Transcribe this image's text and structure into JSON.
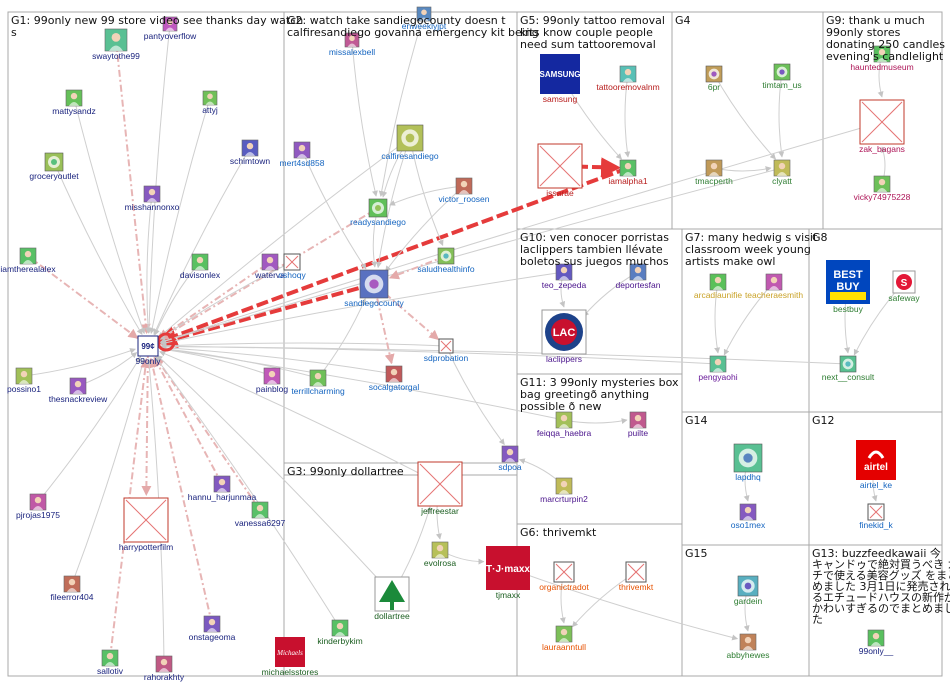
{
  "groups": [
    {
      "id": "G1",
      "title_lines": [
        "G1: 99only new 99 store video see thanks day watch",
        "s"
      ]
    },
    {
      "id": "G2",
      "title_lines": [
        "G2: watch take sandiegocounty doesn t",
        "calfiresandiego govanna emergency kit being"
      ]
    },
    {
      "id": "G5",
      "title_lines": [
        "G5: 99only tattoo removal",
        "kits know couple people",
        "need sum tattooremoval"
      ]
    },
    {
      "id": "G4",
      "title_lines": [
        "G4"
      ]
    },
    {
      "id": "G9",
      "title_lines": [
        "G9: thank u much",
        "99only stores",
        "donating 250 candles",
        "evening's candlelight"
      ]
    },
    {
      "id": "G10",
      "title_lines": [
        "G10: ven conocer porristas",
        "laclippers tambien llévate",
        "boletos sus juegos muchos"
      ]
    },
    {
      "id": "G7",
      "title_lines": [
        "G7: many hedwig s visit",
        "classroom week young",
        "artists make owl"
      ]
    },
    {
      "id": "G8",
      "title_lines": [
        "G8"
      ]
    },
    {
      "id": "G11",
      "title_lines": [
        "G11: 3 99only mysteries box",
        "bag greetingð anything",
        "possible ð new"
      ]
    },
    {
      "id": "G3",
      "title_lines": [
        "G3: 99only dollartree"
      ]
    },
    {
      "id": "G14",
      "title_lines": [
        "G14"
      ]
    },
    {
      "id": "G12",
      "title_lines": [
        "G12"
      ]
    },
    {
      "id": "G6",
      "title_lines": [
        "G6: thrivemkt"
      ]
    },
    {
      "id": "G15",
      "title_lines": [
        "G15"
      ]
    },
    {
      "id": "G13",
      "title_lines": [
        "G13: buzzfeedkawaii 今",
        "キャンドゥで絶対買うべき ガ",
        "チで使える美容グッズ をまと",
        "めました 3月1日に発売され",
        "るエチュードハウスの新作が",
        "かわいすぎるのでまとめまし",
        "た"
      ]
    }
  ],
  "nodes": [
    {
      "id": "99only",
      "label": "99only",
      "color": "#1a237e",
      "icon": "logo-99only"
    },
    {
      "id": "swaytothe99",
      "label": "swaytothe99",
      "color": "#1a237e",
      "icon": "avatar"
    },
    {
      "id": "pantyoverflow",
      "label": "pantyoverflow",
      "color": "#1a237e",
      "icon": "avatar"
    },
    {
      "id": "attyj",
      "label": "attyj",
      "color": "#1a237e",
      "icon": "avatar"
    },
    {
      "id": "mattysandz",
      "label": "mattysandz",
      "color": "#1a237e",
      "icon": "avatar"
    },
    {
      "id": "groceryoutlet",
      "label": "groceryoutlet",
      "color": "#1a237e",
      "icon": "logo"
    },
    {
      "id": "schimtown",
      "label": "schimtown",
      "color": "#1a237e",
      "icon": "avatar"
    },
    {
      "id": "misshannonxo",
      "label": "misshannonxo",
      "color": "#1a237e",
      "icon": "avatar"
    },
    {
      "id": "iamtherealalex",
      "label": "iamtherealalex",
      "color": "#1a237e",
      "icon": "avatar"
    },
    {
      "id": "davisonlex",
      "label": "davisonlex",
      "color": "#1a237e",
      "icon": "avatar"
    },
    {
      "id": "waterva",
      "label": "waterva",
      "color": "#1a237e",
      "icon": "avatar"
    },
    {
      "id": "possino1",
      "label": "possino1",
      "color": "#1a237e",
      "icon": "avatar"
    },
    {
      "id": "thesnackreview",
      "label": "thesnackreview",
      "color": "#1a237e",
      "icon": "avatar"
    },
    {
      "id": "painblog",
      "label": "painblog",
      "color": "#1a237e",
      "icon": "avatar"
    },
    {
      "id": "hannu_harjunmaa",
      "label": "hannu_harjunmaa",
      "color": "#1a237e",
      "icon": "avatar"
    },
    {
      "id": "vanessa6297",
      "label": "vanessa6297",
      "color": "#1a237e",
      "icon": "avatar"
    },
    {
      "id": "pjrojas1975",
      "label": "pjrojas1975",
      "color": "#1a237e",
      "icon": "avatar"
    },
    {
      "id": "harrypotterfilm",
      "label": "harrypotterfilm",
      "color": "#1a237e",
      "icon": "missing"
    },
    {
      "id": "fileerror404",
      "label": "fileerror404",
      "color": "#1a237e",
      "icon": "avatar"
    },
    {
      "id": "onstageoma",
      "label": "onstageoma",
      "color": "#1a237e",
      "icon": "avatar"
    },
    {
      "id": "sallotiv",
      "label": "sallotiv",
      "color": "#1a237e",
      "icon": "avatar"
    },
    {
      "id": "rahorakhty",
      "label": "rahorakhty",
      "color": "#1a237e",
      "icon": "avatar"
    },
    {
      "id": "missalexbell",
      "label": "missalexbell",
      "color": "#1565c0",
      "icon": "avatar"
    },
    {
      "id": "enweeklyjpt",
      "label": "enweeklyjpt",
      "color": "#1565c0",
      "icon": "avatar"
    },
    {
      "id": "calfiresandiego",
      "label": "calfiresandiego",
      "color": "#1565c0",
      "icon": "logo"
    },
    {
      "id": "mert4sd858",
      "label": "mert4sd858",
      "color": "#1565c0",
      "icon": "avatar"
    },
    {
      "id": "readysandiego",
      "label": "readysandiego",
      "color": "#1565c0",
      "icon": "logo"
    },
    {
      "id": "victor_roosen",
      "label": "victor_roosen",
      "color": "#1565c0",
      "icon": "avatar"
    },
    {
      "id": "oshoqy",
      "label": "oshoqy",
      "color": "#1565c0",
      "icon": "missing-small"
    },
    {
      "id": "saludhealthinfo",
      "label": "saludhealthinfo",
      "color": "#1565c0",
      "icon": "logo"
    },
    {
      "id": "sandiegocounty",
      "label": "sandiegocounty",
      "color": "#1565c0",
      "icon": "logo"
    },
    {
      "id": "sdprobation",
      "label": "sdprobation",
      "color": "#1565c0",
      "icon": "missing-small"
    },
    {
      "id": "terrillcharming",
      "label": "terrillcharming",
      "color": "#1565c0",
      "icon": "avatar"
    },
    {
      "id": "socalgatorgal",
      "label": "socalgatorgal",
      "color": "#1565c0",
      "icon": "avatar"
    },
    {
      "id": "sdpoa",
      "label": "sdpoa",
      "color": "#1565c0",
      "icon": "avatar"
    },
    {
      "id": "samsung",
      "label": "samsung",
      "color": "#b71c1c",
      "icon": "logo-samsung"
    },
    {
      "id": "tattooremovalnm",
      "label": "tattooremovalnm",
      "color": "#b71c1c",
      "icon": "avatar"
    },
    {
      "id": "issarae",
      "label": "issarae",
      "color": "#b71c1c",
      "icon": "missing"
    },
    {
      "id": "iamalpha1",
      "label": "iamalpha1",
      "color": "#b71c1c",
      "icon": "avatar"
    },
    {
      "id": "6pr",
      "label": "6pr",
      "color": "#2e7d32",
      "icon": "logo"
    },
    {
      "id": "timtam_us",
      "label": "timtam_us",
      "color": "#2e7d32",
      "icon": "logo"
    },
    {
      "id": "tmacperth",
      "label": "tmacperth",
      "color": "#2e7d32",
      "icon": "avatar"
    },
    {
      "id": "clyatt",
      "label": "clyatt",
      "color": "#2e7d32",
      "icon": "avatar"
    },
    {
      "id": "hauntedmuseum",
      "label": "hauntedmuseum",
      "color": "#ad1457",
      "icon": "avatar"
    },
    {
      "id": "zak_bagans",
      "label": "zak_bagans",
      "color": "#ad1457",
      "icon": "missing"
    },
    {
      "id": "vicky74975228",
      "label": "vicky74975228",
      "color": "#ad1457",
      "icon": "avatar"
    },
    {
      "id": "teo_zepeda",
      "label": "teo_zepeda",
      "color": "#4a148c",
      "icon": "avatar"
    },
    {
      "id": "deportesfan",
      "label": "deportesfan",
      "color": "#4a148c",
      "icon": "avatar"
    },
    {
      "id": "laclippers",
      "label": "laclippers",
      "color": "#4a148c",
      "icon": "logo-clippers"
    },
    {
      "id": "arcadiaunifie",
      "label": "arcadiaunifie",
      "color": "#c9a227",
      "icon": "avatar"
    },
    {
      "id": "teacheraesmith",
      "label": "teacheraesmith",
      "color": "#c9a227",
      "icon": "avatar"
    },
    {
      "id": "pengyaohi",
      "label": "pengyaohi",
      "color": "#6a1b9a",
      "icon": "avatar"
    },
    {
      "id": "bestbuy",
      "label": "bestbuy",
      "color": "#2e7d32",
      "icon": "logo-bestbuy"
    },
    {
      "id": "safeway",
      "label": "safeway",
      "color": "#2e7d32",
      "icon": "logo-safeway"
    },
    {
      "id": "next__consult",
      "label": "next__consult",
      "color": "#2e7d32",
      "icon": "logo"
    },
    {
      "id": "feiqqa_haebra",
      "label": "feiqqa_haebra",
      "color": "#4a148c",
      "icon": "avatar"
    },
    {
      "id": "puilte",
      "label": "puilte",
      "color": "#4a148c",
      "icon": "avatar"
    },
    {
      "id": "marcrturpin2",
      "label": "marcrturpin2",
      "color": "#4a148c",
      "icon": "avatar"
    },
    {
      "id": "jeffreestar",
      "label": "jeffreestar",
      "color": "#1b5e20",
      "icon": "missing"
    },
    {
      "id": "evolrosa",
      "label": "evolrosa",
      "color": "#1b5e20",
      "icon": "avatar"
    },
    {
      "id": "tjmaxx",
      "label": "tjmaxx",
      "color": "#1b5e20",
      "icon": "logo-tjmaxx"
    },
    {
      "id": "dollartree",
      "label": "dollartree",
      "color": "#1b5e20",
      "icon": "logo-dollartree"
    },
    {
      "id": "kinderbykim",
      "label": "kinderbykim",
      "color": "#1b5e20",
      "icon": "avatar"
    },
    {
      "id": "michaelsstores",
      "label": "michaelsstores",
      "color": "#1b5e20",
      "icon": "logo-michaels"
    },
    {
      "id": "lapdhq",
      "label": "lapdhq",
      "color": "#1565c0",
      "icon": "logo"
    },
    {
      "id": "oso1mex",
      "label": "oso1mex",
      "color": "#1565c0",
      "icon": "avatar"
    },
    {
      "id": "airtel_ke",
      "label": "airtel_ke",
      "color": "#1565c0",
      "icon": "logo-airtel"
    },
    {
      "id": "finekid_k",
      "label": "finekid_k",
      "color": "#1565c0",
      "icon": "missing-small"
    },
    {
      "id": "organictradot",
      "label": "organictradot",
      "color": "#e65100",
      "icon": "missing-small"
    },
    {
      "id": "thrivemkt",
      "label": "thrivemkt",
      "color": "#e65100",
      "icon": "missing-small"
    },
    {
      "id": "lauraanntull",
      "label": "lauraanntull",
      "color": "#e65100",
      "icon": "avatar"
    },
    {
      "id": "gardein",
      "label": "gardein",
      "color": "#2e7d32",
      "icon": "logo"
    },
    {
      "id": "abbyhewes",
      "label": "abbyhewes",
      "color": "#2e7d32",
      "icon": "avatar"
    },
    {
      "id": "99only__",
      "label": "99only__",
      "color": "#1a237e",
      "icon": "avatar"
    }
  ],
  "edges": [
    [
      "swaytothe99",
      "99only",
      "pink"
    ],
    [
      "pantyoverflow",
      "99only",
      "plain"
    ],
    [
      "attyj",
      "99only",
      "plain"
    ],
    [
      "mattysandz",
      "99only",
      "plain"
    ],
    [
      "groceryoutlet",
      "99only",
      "plain"
    ],
    [
      "schimtown",
      "99only",
      "plain"
    ],
    [
      "misshannonxo",
      "99only",
      "plain"
    ],
    [
      "iamtherealalex",
      "99only",
      "pink"
    ],
    [
      "davisonlex",
      "99only",
      "plain"
    ],
    [
      "waterva",
      "99only",
      "pink"
    ],
    [
      "possino1",
      "99only",
      "plain"
    ],
    [
      "thesnackreview",
      "99only",
      "plain"
    ],
    [
      "painblog",
      "99only",
      "plain"
    ],
    [
      "hannu_harjunmaa",
      "99only",
      "pink"
    ],
    [
      "vanessa6297",
      "99only",
      "pink"
    ],
    [
      "pjrojas1975",
      "99only",
      "plain"
    ],
    [
      "99only",
      "harrypotterfilm",
      "pink"
    ],
    [
      "fileerror404",
      "99only",
      "plain"
    ],
    [
      "onstageoma",
      "99only",
      "pink"
    ],
    [
      "sallotiv",
      "99only",
      "pink"
    ],
    [
      "rahorakhty",
      "99only",
      "plain"
    ],
    [
      "iamalpha1",
      "99only",
      "red"
    ],
    [
      "sandiegocounty",
      "99only",
      "red"
    ],
    [
      "readysandiego",
      "99only",
      "pink"
    ],
    [
      "calfiresandiego",
      "99only",
      "plain"
    ],
    [
      "oshoqy",
      "99only",
      "plain"
    ],
    [
      "sdprobation",
      "99only",
      "plain"
    ],
    [
      "terrillcharming",
      "99only",
      "plain"
    ],
    [
      "socalgatorgal",
      "99only",
      "plain"
    ],
    [
      "kinderbykim",
      "99only",
      "plain"
    ],
    [
      "dollartree",
      "99only",
      "plain"
    ],
    [
      "jeffreestar",
      "99only",
      "plain"
    ],
    [
      "teo_zepeda",
      "99only",
      "plain"
    ],
    [
      "pengyaohi",
      "99only",
      "plain"
    ],
    [
      "next__consult",
      "99only",
      "plain"
    ],
    [
      "zak_bagans",
      "99only",
      "plain"
    ],
    [
      "clyatt",
      "99only",
      "plain"
    ],
    [
      "feiqqa_haebra",
      "99only",
      "plain"
    ],
    [
      "missalexbell",
      "readysandiego",
      "plain"
    ],
    [
      "enweeklyjpt",
      "readysandiego",
      "plain"
    ],
    [
      "calfiresandiego",
      "readysandiego",
      "plain"
    ],
    [
      "calfiresandiego",
      "sandiegocounty",
      "plain"
    ],
    [
      "mert4sd858",
      "sandiegocounty",
      "plain"
    ],
    [
      "victor_roosen",
      "sandiegocounty",
      "plain"
    ],
    [
      "readysandiego",
      "sandiegocounty",
      "plain"
    ],
    [
      "saludhealthinfo",
      "sandiegocounty",
      "pink"
    ],
    [
      "sandiegocounty",
      "sdprobation",
      "pink"
    ],
    [
      "sandiegocounty",
      "socalgatorgal",
      "pink"
    ],
    [
      "terrillcharming",
      "sandiegocounty",
      "plain"
    ],
    [
      "victor_roosen",
      "readysandiego",
      "plain"
    ],
    [
      "calfiresandiego",
      "saludhealthinfo",
      "plain"
    ],
    [
      "sdprobation",
      "sdpoa",
      "plain"
    ],
    [
      "samsung",
      "iamalpha1",
      "plain"
    ],
    [
      "tattooremovalnm",
      "iamalpha1",
      "plain"
    ],
    [
      "issarae",
      "iamalpha1",
      "red"
    ],
    [
      "6pr",
      "clyatt",
      "plain"
    ],
    [
      "timtam_us",
      "clyatt",
      "plain"
    ],
    [
      "tmacperth",
      "clyatt",
      "plain"
    ],
    [
      "hauntedmuseum",
      "zak_bagans",
      "plain"
    ],
    [
      "vicky74975228",
      "zak_bagans",
      "plain"
    ],
    [
      "teo_zepeda",
      "laclippers",
      "plain"
    ],
    [
      "deportesfan",
      "laclippers",
      "plain"
    ],
    [
      "arcadiaunifie",
      "pengyaohi",
      "plain"
    ],
    [
      "teacheraesmith",
      "pengyaohi",
      "plain"
    ],
    [
      "bestbuy",
      "next__consult",
      "plain"
    ],
    [
      "safeway",
      "next__consult",
      "plain"
    ],
    [
      "feiqqa_haebra",
      "puilte",
      "plain"
    ],
    [
      "marcrturpin2",
      "sdpoa",
      "plain"
    ],
    [
      "jeffreestar",
      "evolrosa",
      "plain"
    ],
    [
      "evolrosa",
      "tjmaxx",
      "plain"
    ],
    [
      "tjmaxx",
      "abbyhewes",
      "plain"
    ],
    [
      "lapdhq",
      "oso1mex",
      "plain"
    ],
    [
      "airtel_ke",
      "finekid_k",
      "plain"
    ],
    [
      "organictradot",
      "lauraanntull",
      "plain"
    ],
    [
      "thrivemkt",
      "lauraanntull",
      "plain"
    ],
    [
      "gardein",
      "abbyhewes",
      "plain"
    ],
    [
      "dollartree",
      "jeffreestar",
      "plain"
    ]
  ]
}
